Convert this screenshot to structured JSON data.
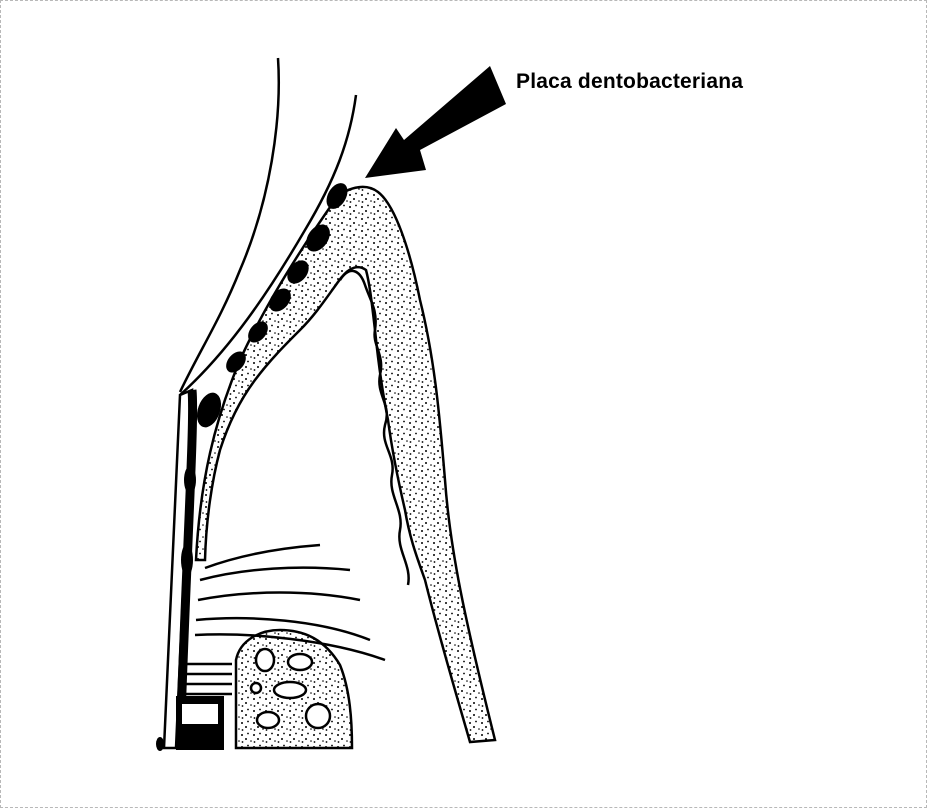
{
  "figure": {
    "label": "Placa dentobacteriana",
    "label_color": "#000000",
    "background": "#ffffff",
    "icons": {
      "arrow": "pointer-arrow-icon",
      "tooth": "tooth-surface",
      "gingiva": "gingival-tissue",
      "plaque": "dental-plaque-deposits",
      "bone": "alveolar-bone"
    }
  }
}
